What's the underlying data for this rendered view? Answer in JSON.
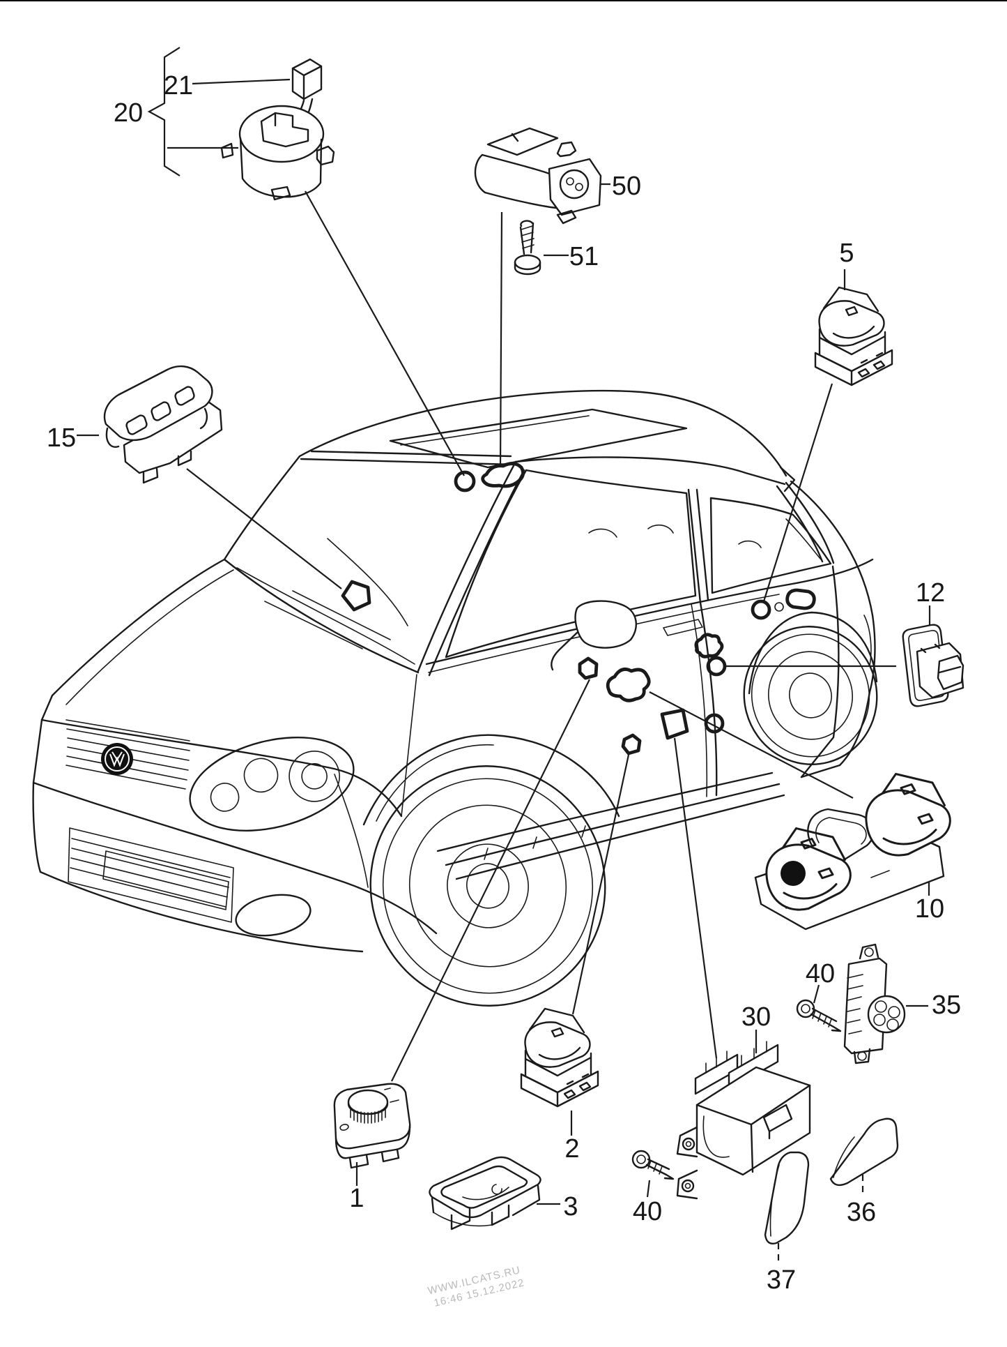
{
  "page": {
    "background": "#ffffff"
  },
  "diagram": {
    "labels": {
      "n1": "1",
      "n2": "2",
      "n3": "3",
      "n5": "5",
      "n10": "10",
      "n12": "12",
      "n15": "15",
      "n20": "20",
      "n21": "21",
      "n30": "30",
      "n35": "35",
      "n36": "36",
      "n37": "37",
      "n40_upper": "40",
      "n40_lower": "40",
      "n50": "50",
      "n51": "51"
    },
    "watermark": {
      "site": "WWW.ILCATS.RU",
      "timestamp": "16:46 15.12.2022"
    },
    "colors": {
      "line": "#1a1a1a",
      "watermark": "#b9b9b9",
      "filled_marker": "#111111"
    }
  }
}
